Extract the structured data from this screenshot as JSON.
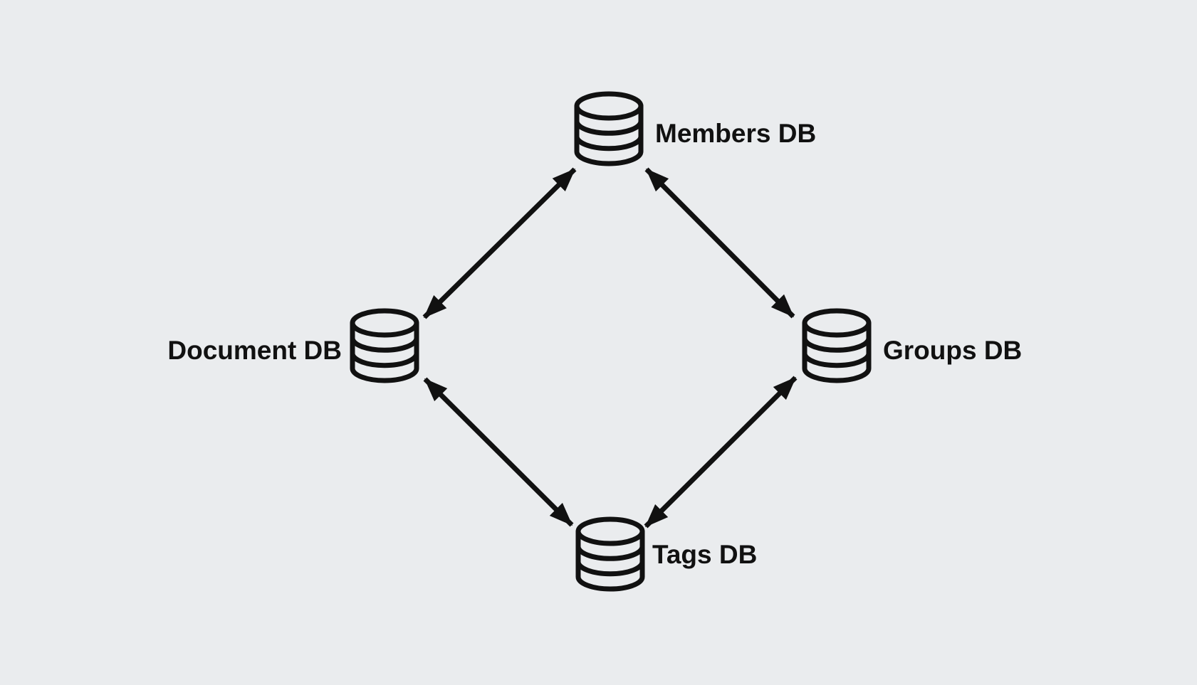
{
  "diagram": {
    "colors": {
      "background": "#eaecee",
      "ink": "#111111"
    },
    "nodes": [
      {
        "id": "members-db",
        "label": "Members DB",
        "icon": "database-icon",
        "position": "top"
      },
      {
        "id": "document-db",
        "label": "Document DB",
        "icon": "database-icon",
        "position": "left"
      },
      {
        "id": "groups-db",
        "label": "Groups DB",
        "icon": "database-icon",
        "position": "right"
      },
      {
        "id": "tags-db",
        "label": "Tags DB",
        "icon": "database-icon",
        "position": "bottom"
      }
    ],
    "edges": [
      {
        "from": "members-db",
        "to": "document-db",
        "style": "bidirectional-arrow"
      },
      {
        "from": "members-db",
        "to": "groups-db",
        "style": "bidirectional-arrow"
      },
      {
        "from": "document-db",
        "to": "tags-db",
        "style": "bidirectional-arrow"
      },
      {
        "from": "tags-db",
        "to": "groups-db",
        "style": "bidirectional-arrow"
      }
    ]
  }
}
